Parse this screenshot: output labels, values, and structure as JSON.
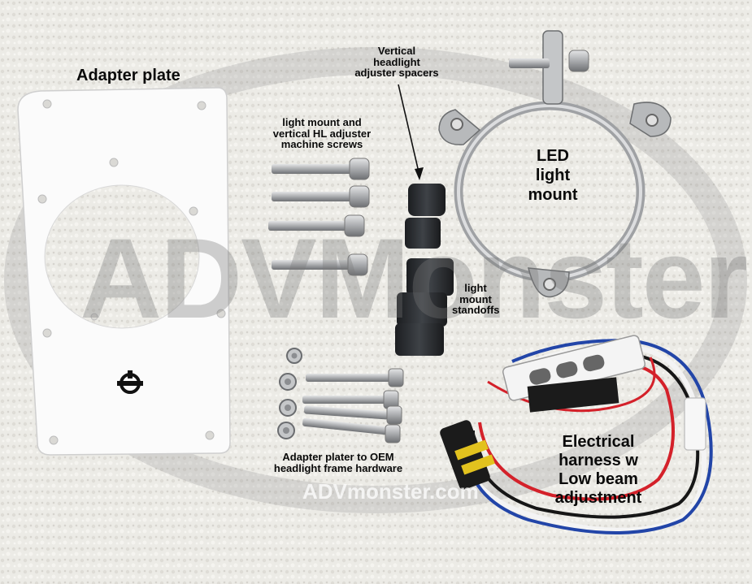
{
  "labels": {
    "adapter_plate": "Adapter plate",
    "spacers": "Vertical\nheadlight\nadjuster spacers",
    "screws": "light mount and\nvertical HL adjuster\nmachine screws",
    "led_mount": "LED\nlight\nmount",
    "standoffs": "light\nmount\nstandoffs",
    "hardware": "Adapter plater to OEM\nheadlight frame hardware",
    "harness": "Electrical\nharness w\nLow beam\nadjustment"
  },
  "watermark": {
    "big": "ADVMonster",
    "small": "ADVmonster.com"
  },
  "colors": {
    "background": "#ecebe6",
    "plate": "#fbfbfb",
    "steel": "#b9bbbd",
    "rubber": "#2c2f33",
    "wire_red": "#d4212a",
    "wire_blue": "#2245a8",
    "wire_black": "#161616",
    "wire_white": "#f4f4f4",
    "connector_yellow": "#e2c21e"
  }
}
